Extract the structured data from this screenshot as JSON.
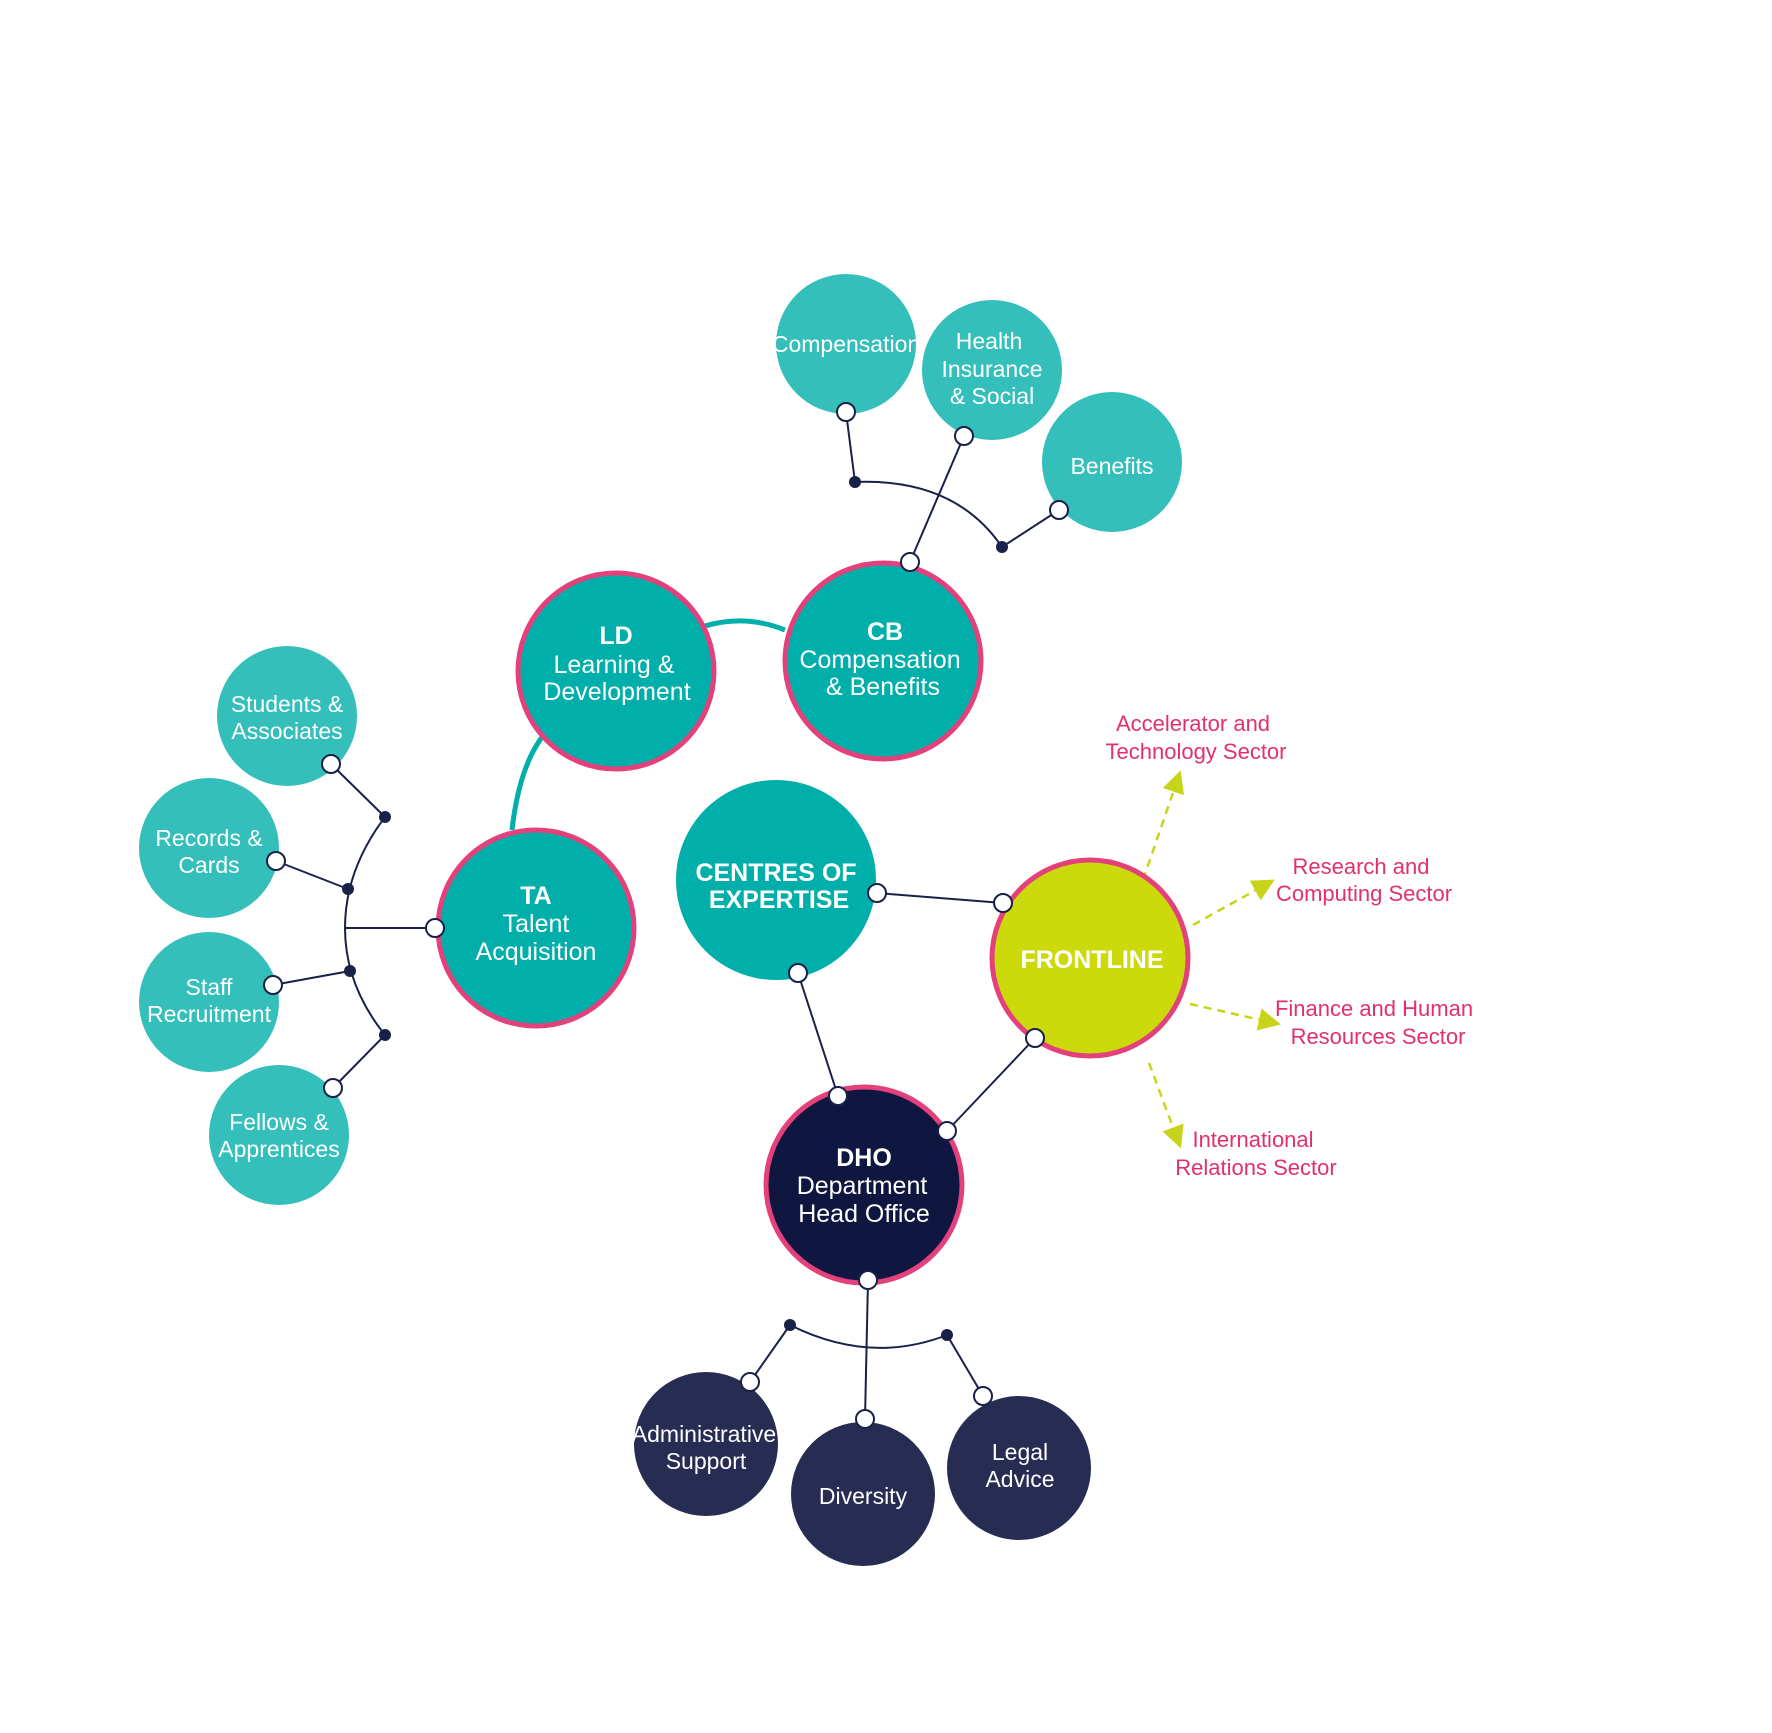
{
  "colors": {
    "teal": "#00aeaa",
    "teal_light": "#35bfbb",
    "lime": "#ccd90a",
    "navy": "#0f1740",
    "navy_light": "#262c52",
    "pink_ring": "#e4407b",
    "sector_text": "#e1306c",
    "arrow": "#c8d41a",
    "line": "#1a2148"
  },
  "hubs": {
    "ld": {
      "abbr": "LD",
      "line1": "Learning &",
      "line2": "Development"
    },
    "cb": {
      "abbr": "CB",
      "line1": "Compensation",
      "line2": "& Benefits"
    },
    "ta": {
      "abbr": "TA",
      "line1": "Talent",
      "line2": "Acquisition"
    },
    "coe": {
      "line1": "CENTRES OF",
      "line2": "EXPERTISE"
    },
    "frontline": {
      "label": "FRONTLINE"
    },
    "dho": {
      "abbr": "DHO",
      "line1": "Department",
      "line2": "Head Office"
    }
  },
  "cb_children": {
    "compensation": {
      "line1": "Compensation"
    },
    "health": {
      "line1": "Health",
      "line2": "Insurance",
      "line3": "& Social"
    },
    "benefits": {
      "line1": "Benefits"
    }
  },
  "ta_children": {
    "students": {
      "line1": "Students &",
      "line2": "Associates"
    },
    "records": {
      "line1": "Records &",
      "line2": "Cards"
    },
    "staff": {
      "line1": "Staff",
      "line2": "Recruitment"
    },
    "fellows": {
      "line1": "Fellows &",
      "line2": "Apprentices"
    }
  },
  "dho_children": {
    "admin": {
      "line1": "Administrative",
      "line2": "Support"
    },
    "diversity": {
      "line1": "Diversity"
    },
    "legal": {
      "line1": "Legal",
      "line2": "Advice"
    }
  },
  "sectors": {
    "accelerator": {
      "line1": "Accelerator and",
      "line2": "Technology Sector"
    },
    "research": {
      "line1": "Research and",
      "line2": "Computing Sector"
    },
    "finance": {
      "line1": "Finance and Human",
      "line2": "Resources Sector"
    },
    "international": {
      "line1": "International",
      "line2": "Relations Sector"
    }
  }
}
